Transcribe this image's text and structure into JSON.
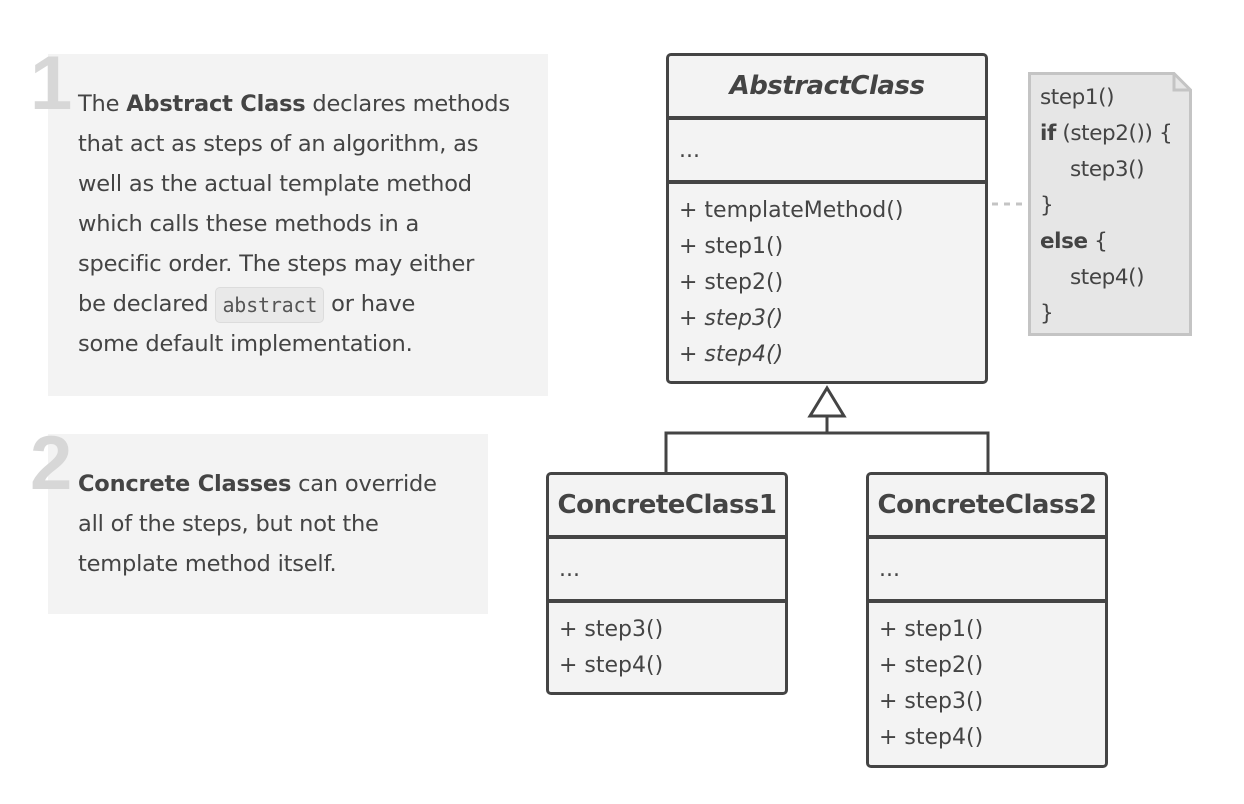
{
  "panels": [
    {
      "number": "1",
      "text_parts": {
        "p1": "The ",
        "b1": "Abstract Class",
        "p2": " declares methods",
        "l2": "that act as steps of an algorithm, as",
        "l3": "well as the actual template method",
        "l4": "which calls these methods in a",
        "l5": "specific order. The steps may either",
        "l6a": "be declared ",
        "code": "abstract",
        "l6b": " or have",
        "l7": "some default implementation."
      }
    },
    {
      "number": "2",
      "text_parts": {
        "b1": "Concrete Classes",
        "p1": " can override",
        "l2": "all of the steps, but not the",
        "l3": "template method itself."
      }
    }
  ],
  "abstract_class": {
    "name": "AbstractClass",
    "attributes": "...",
    "methods": [
      {
        "label": "+ templateMethod()",
        "abstract": false
      },
      {
        "label": "+ step1()",
        "abstract": false
      },
      {
        "label": "+ step2()",
        "abstract": false
      },
      {
        "label": "+ step3()",
        "abstract": true
      },
      {
        "label": "+ step4()",
        "abstract": true
      }
    ]
  },
  "concrete_class_1": {
    "name": "ConcreteClass1",
    "attributes": "...",
    "methods": [
      "+ step3()",
      "+ step4()"
    ]
  },
  "concrete_class_2": {
    "name": "ConcreteClass2",
    "attributes": "...",
    "methods": [
      "+ step1()",
      "+ step2()",
      "+ step3()",
      "+ step4()"
    ]
  },
  "note": {
    "lines": [
      {
        "kw": "",
        "text": "step1()",
        "indent": false
      },
      {
        "kw": "if",
        "text": " (step2()) {",
        "indent": false
      },
      {
        "kw": "",
        "text": "step3()",
        "indent": true
      },
      {
        "kw": "",
        "text": "}",
        "indent": false
      },
      {
        "kw": "else",
        "text": " {",
        "indent": false
      },
      {
        "kw": "",
        "text": "step4()",
        "indent": true
      },
      {
        "kw": "",
        "text": "}",
        "indent": false
      }
    ]
  },
  "colors": {
    "border": "#444444",
    "panel_bg": "#f3f3f3",
    "note_bg": "#e6e6e6",
    "note_border": "#c4c4c4",
    "number": "#d7d7d7"
  }
}
